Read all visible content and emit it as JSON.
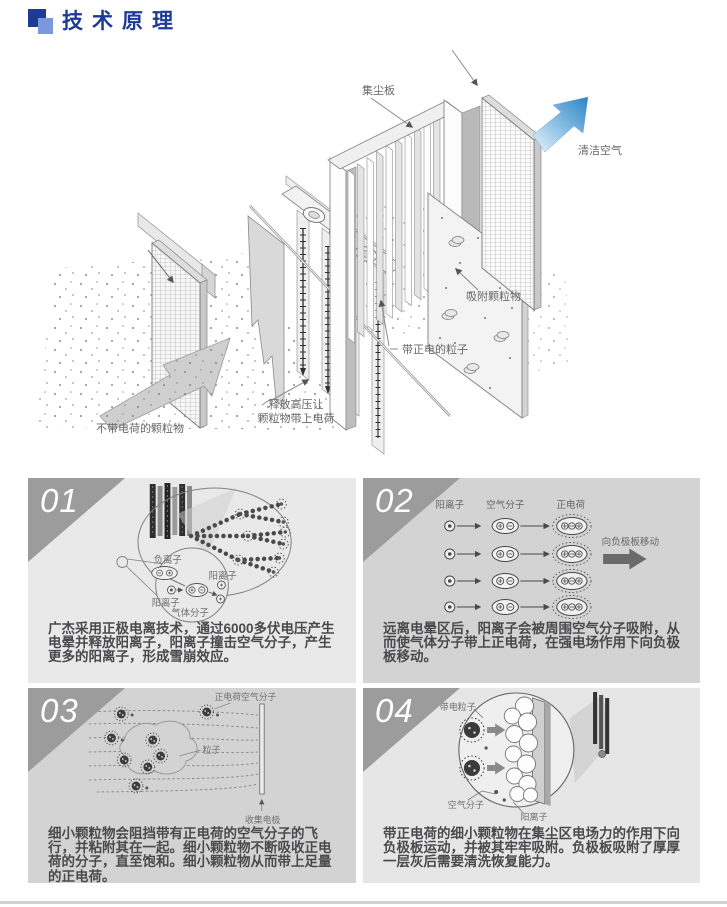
{
  "header": {
    "title": "技术原理"
  },
  "diagram": {
    "labels": {
      "dust_plate": "集尘板",
      "clean_air": "清洁空气",
      "adsorbed_particles": "吸附颗粒物",
      "charged_particles": "带正电的粒子",
      "hv_line1": "释放高压让",
      "hv_line2": "颗粒物带上电荷",
      "uncharged_particles": "不带电荷的颗粒物"
    }
  },
  "panels": [
    {
      "number": "01",
      "labels": {
        "negative_ion": "负离子",
        "cation_right": "阳离子",
        "cation_left": "阳离子",
        "gas_molecule": "气体分子"
      },
      "caption": "广杰采用正极电离技术，通过6000多伏电压产生电晕并释放阳离子，阳离子撞击空气分子，产生更多的阳离子，形成雪崩效应。"
    },
    {
      "number": "02",
      "labels": {
        "cation": "阳离子",
        "air_molecule": "空气分子",
        "positive_charge": "正电荷",
        "move_to_plate": "向负极板移动"
      },
      "caption": "远离电晕区后，阳离子会被周围空气分子吸附，从而使气体分子带上正电荷，在强电场作用下向负极板移动。"
    },
    {
      "number": "03",
      "labels": {
        "charged_air_molecule": "正电荷空气分子",
        "particle": "粒子",
        "collecting_electrode": "收集电极"
      },
      "caption": "细小颗粒物会阻挡带有正电荷的空气分子的飞行，并粘附其在一起。细小颗粒物不断吸收正电荷的分子，直至饱和。细小颗粒物从而带上足量的正电荷。"
    },
    {
      "number": "04",
      "labels": {
        "charged_particle": "带电粒子",
        "air_molecule": "空气分子",
        "cation": "阳离子"
      },
      "caption": "带正电荷的细小颗粒物在集尘区电场力的作用下向负极板运动，并被其牢牢吸附。负极板吸附了厚厚一层灰后需要清洗恢复能力。"
    }
  ]
}
